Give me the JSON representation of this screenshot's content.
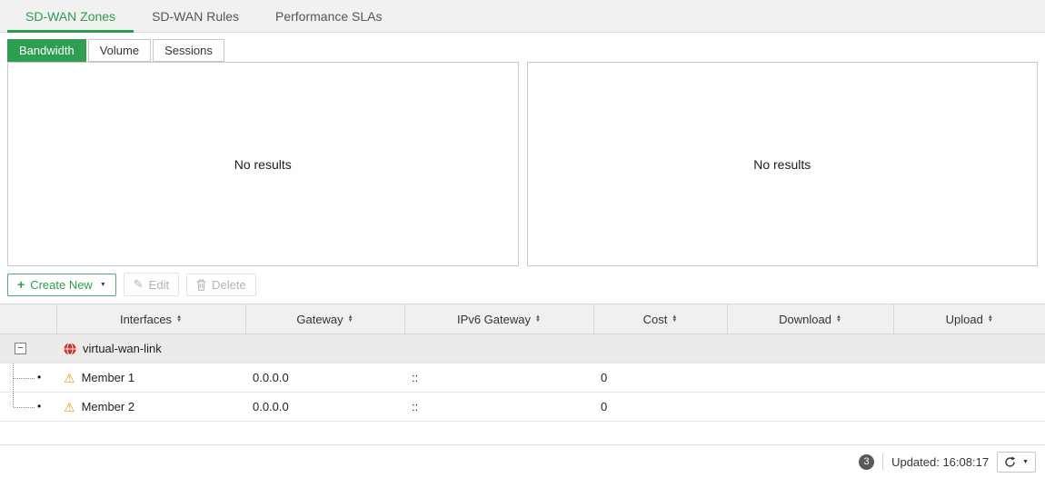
{
  "tabs": [
    {
      "label": "SD-WAN Zones"
    },
    {
      "label": "SD-WAN Rules"
    },
    {
      "label": "Performance SLAs"
    }
  ],
  "subtabs": [
    {
      "label": "Bandwidth"
    },
    {
      "label": "Volume"
    },
    {
      "label": "Sessions"
    }
  ],
  "charts": {
    "left": {
      "empty_text": "No results"
    },
    "right": {
      "empty_text": "No results"
    }
  },
  "toolbar": {
    "create_new_label": "Create New",
    "edit_label": "Edit",
    "delete_label": "Delete"
  },
  "table": {
    "columns": [
      {
        "label": "Interfaces"
      },
      {
        "label": "Gateway"
      },
      {
        "label": "IPv6 Gateway"
      },
      {
        "label": "Cost"
      },
      {
        "label": "Download"
      },
      {
        "label": "Upload"
      }
    ],
    "rows": [
      {
        "name": "virtual-wan-link",
        "gateway": "",
        "ipv6_gateway": "",
        "cost": "",
        "download": "",
        "upload": ""
      },
      {
        "name": "Member 1",
        "gateway": "0.0.0.0",
        "ipv6_gateway": "::",
        "cost": "0",
        "download": "",
        "upload": ""
      },
      {
        "name": "Member 2",
        "gateway": "0.0.0.0",
        "ipv6_gateway": "::",
        "cost": "0",
        "download": "",
        "upload": ""
      }
    ]
  },
  "footer": {
    "badge_count": "3",
    "updated_text": "Updated: 16:08:17"
  },
  "icons": {
    "plus": "+",
    "caret_down": "▼",
    "pencil": "✎",
    "minus": "−",
    "bullet": "•",
    "sort_up": "▲",
    "sort_down": "▼",
    "warning": "⚠"
  },
  "colors": {
    "accent_green": "#2e9e50",
    "warning_yellow": "#f0a30a",
    "wan_link_red": "#c8342c"
  }
}
